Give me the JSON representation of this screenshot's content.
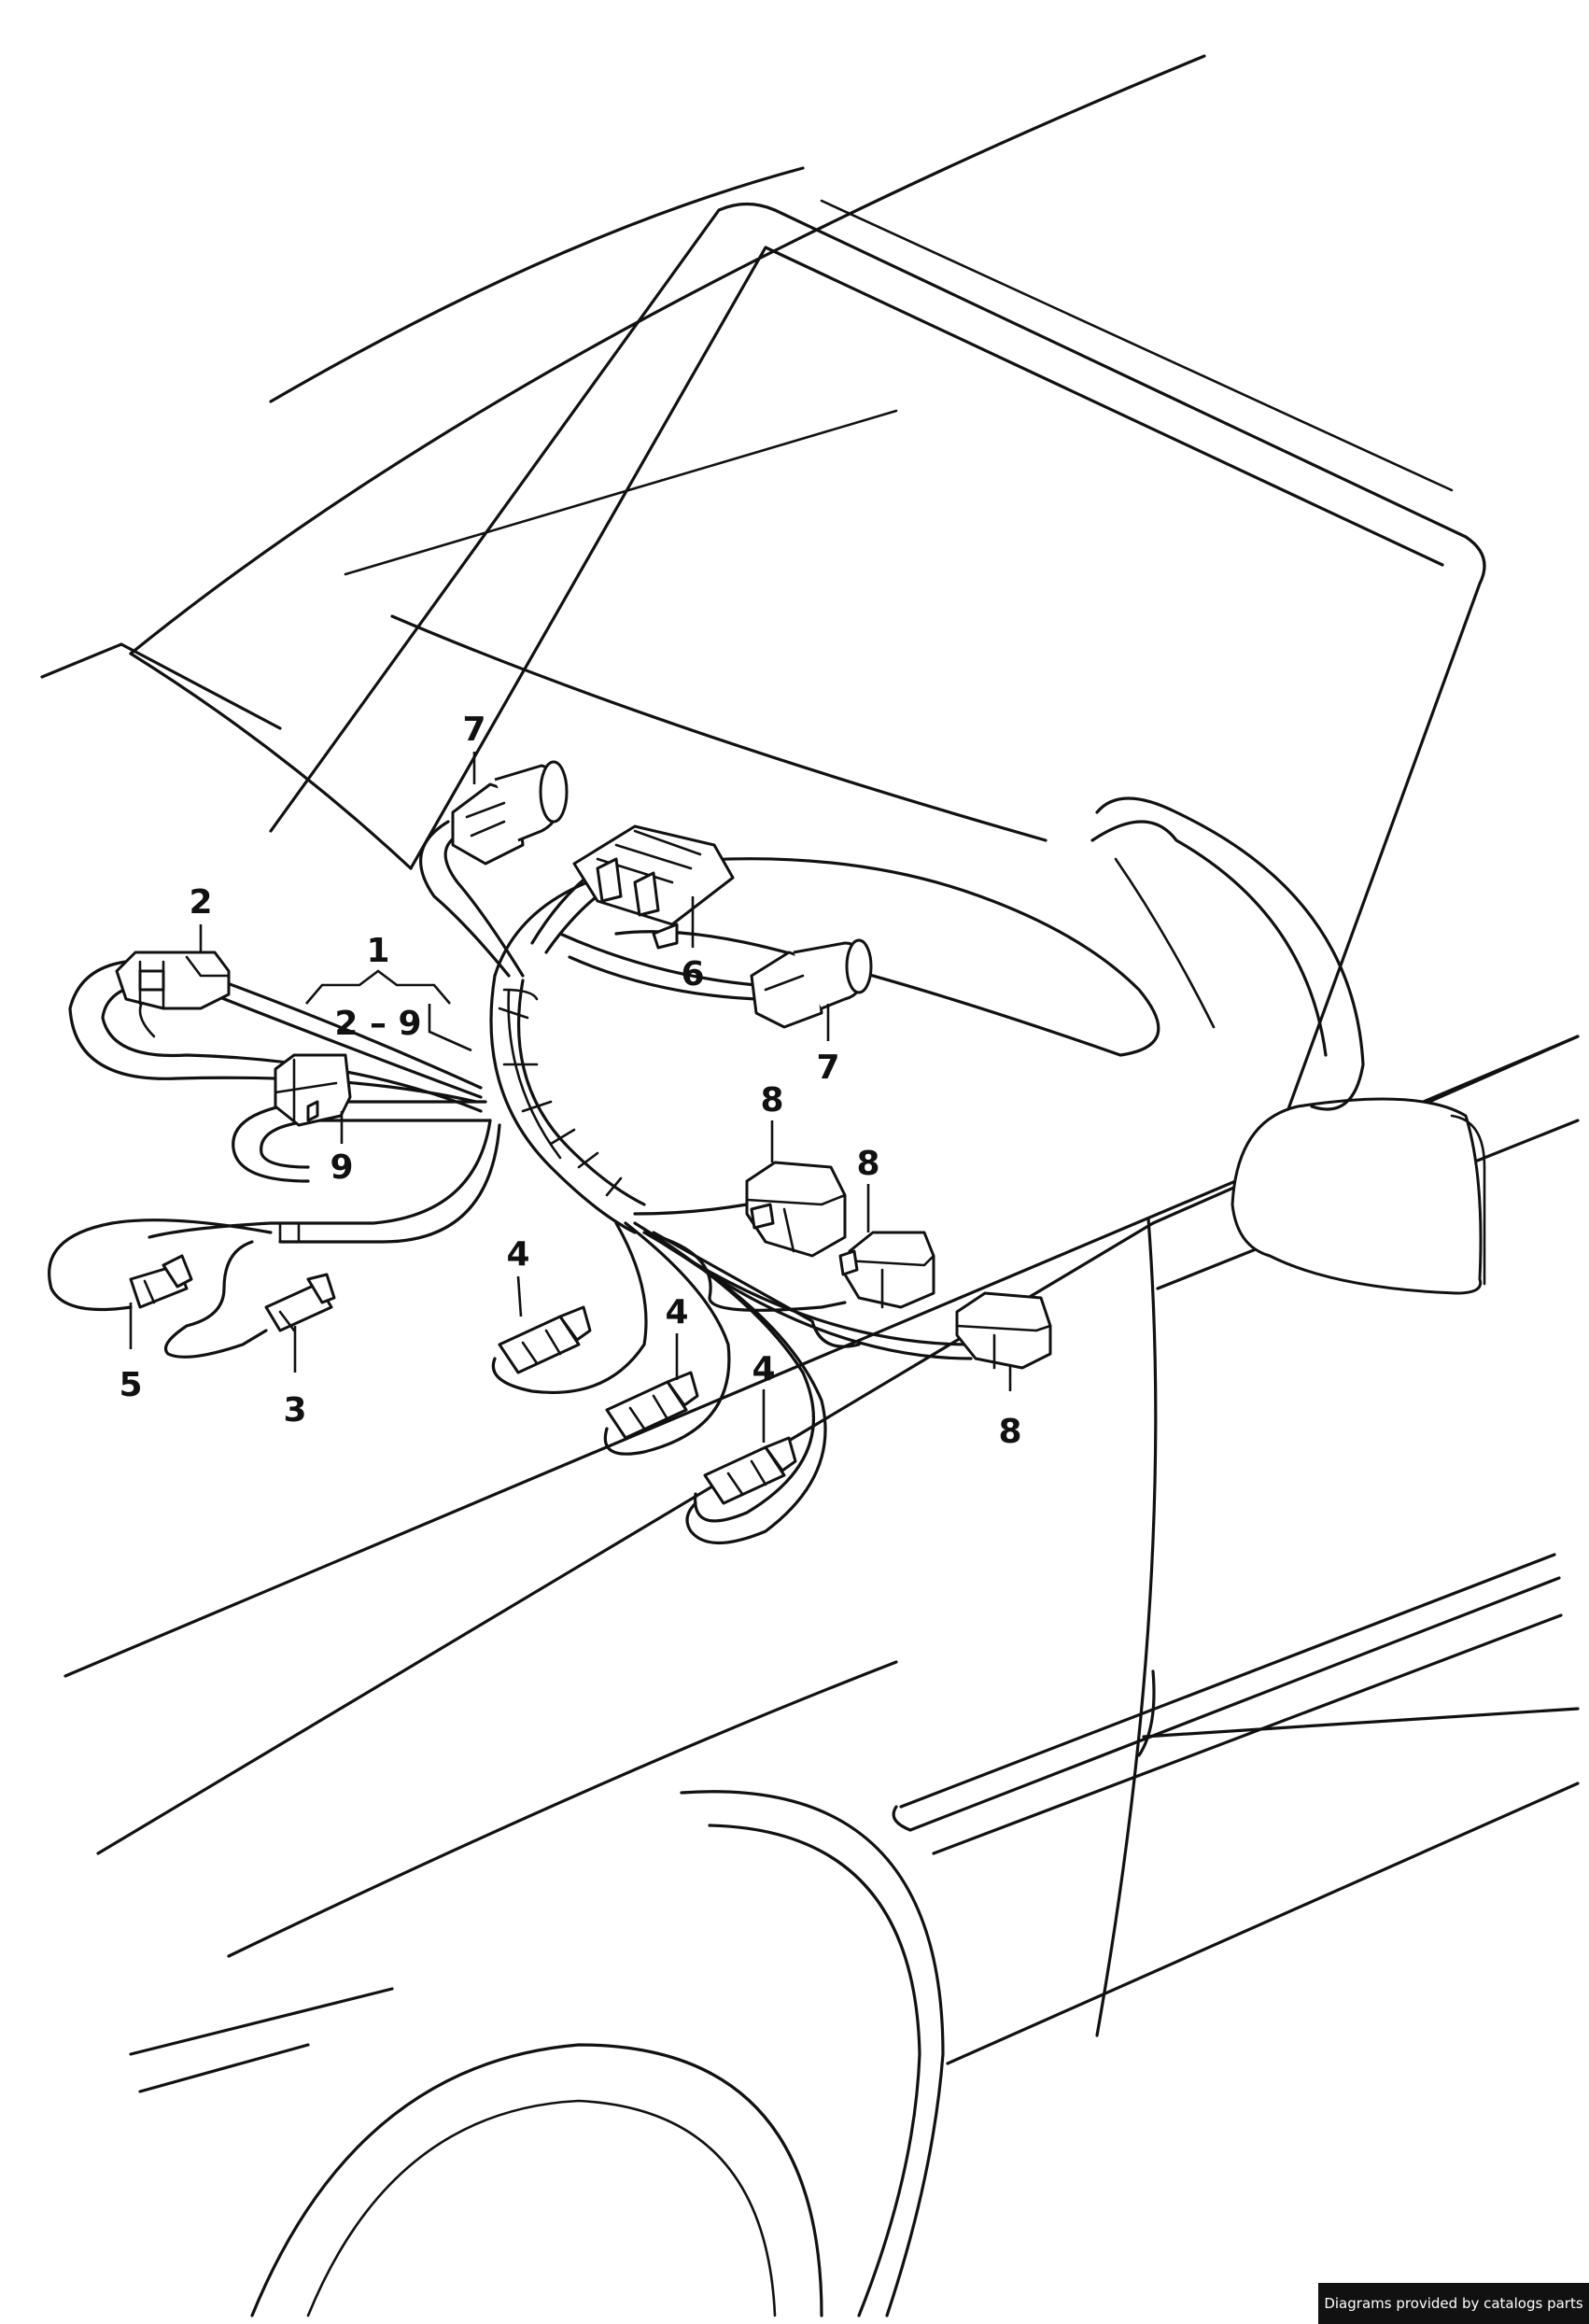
{
  "callouts": [
    {
      "id": "c7a",
      "label": "7"
    },
    {
      "id": "c2",
      "label": "2"
    },
    {
      "id": "c1",
      "label": "1"
    },
    {
      "id": "c29",
      "label": "2 – 9"
    },
    {
      "id": "c6",
      "label": "6"
    },
    {
      "id": "c7b",
      "label": "7"
    },
    {
      "id": "c9",
      "label": "9"
    },
    {
      "id": "c8a",
      "label": "8"
    },
    {
      "id": "c8b",
      "label": "8"
    },
    {
      "id": "c8c",
      "label": "8"
    },
    {
      "id": "c4a",
      "label": "4"
    },
    {
      "id": "c4b",
      "label": "4"
    },
    {
      "id": "c4c",
      "label": "4"
    },
    {
      "id": "c5",
      "label": "5"
    },
    {
      "id": "c3",
      "label": "3"
    }
  ],
  "credit": "Diagrams provided by catalogs parts",
  "colors": {
    "ink": "#111111",
    "background": "#ffffff",
    "credit_bg": "#111111",
    "credit_text": "#ffffff"
  }
}
